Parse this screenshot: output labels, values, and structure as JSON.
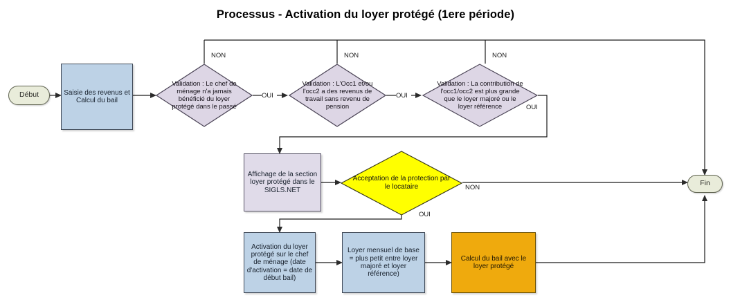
{
  "title": "Processus - Activation du loyer protégé (1ere période)",
  "colors": {
    "process_blue": "#bdd2e6",
    "process_lavender": "#e0dbe9",
    "decision_lavender": "#ddd6e5",
    "decision_accept_yellow": "#ffff00",
    "process_orange": "#efaa0d",
    "terminator_green": "#e9ecda",
    "connector": "#1a1a1a"
  },
  "nodes": {
    "start": {
      "label": "Début",
      "shape": "terminator"
    },
    "end": {
      "label": "Fin",
      "shape": "terminator"
    },
    "saisie": {
      "label": "Saisie des revenus et Calcul du bail",
      "shape": "process"
    },
    "validation1": {
      "label": "Validation : Le chef de ménage n'a jamais bénéficié du loyer protégé dans le passé",
      "shape": "decision"
    },
    "validation2": {
      "label": "Validation : L'Occ1 et/ou l'occ2 a des revenus de travail sans revenu de pension",
      "shape": "decision"
    },
    "validation3": {
      "label": "Validation : La contribution de l'occ1/occ2 est plus grande que le loyer majoré ou le loyer référence",
      "shape": "decision"
    },
    "affichage": {
      "label": "Affichage de la section loyer protégé dans le SIGLS.NET",
      "shape": "process"
    },
    "acceptation": {
      "label": "Acceptation de la protection par le locataire",
      "shape": "decision"
    },
    "activation": {
      "label": "Activation du loyer protégé sur le chef de ménage (date d'activation = date de début bail)",
      "shape": "process"
    },
    "loyer_base": {
      "label": "Loyer mensuel de base =  plus petit entre loyer majoré et loyer référence)",
      "shape": "process"
    },
    "calcul_final": {
      "label": "Calcul du bail avec le loyer protégé",
      "shape": "process"
    }
  },
  "edge_labels": {
    "v1_non": "NON",
    "v1_oui": "OUI",
    "v2_non": "NON",
    "v2_oui": "OUI",
    "v3_non": "NON",
    "v3_oui": "OUI",
    "accept_non": "NON",
    "accept_oui": "OUI"
  }
}
